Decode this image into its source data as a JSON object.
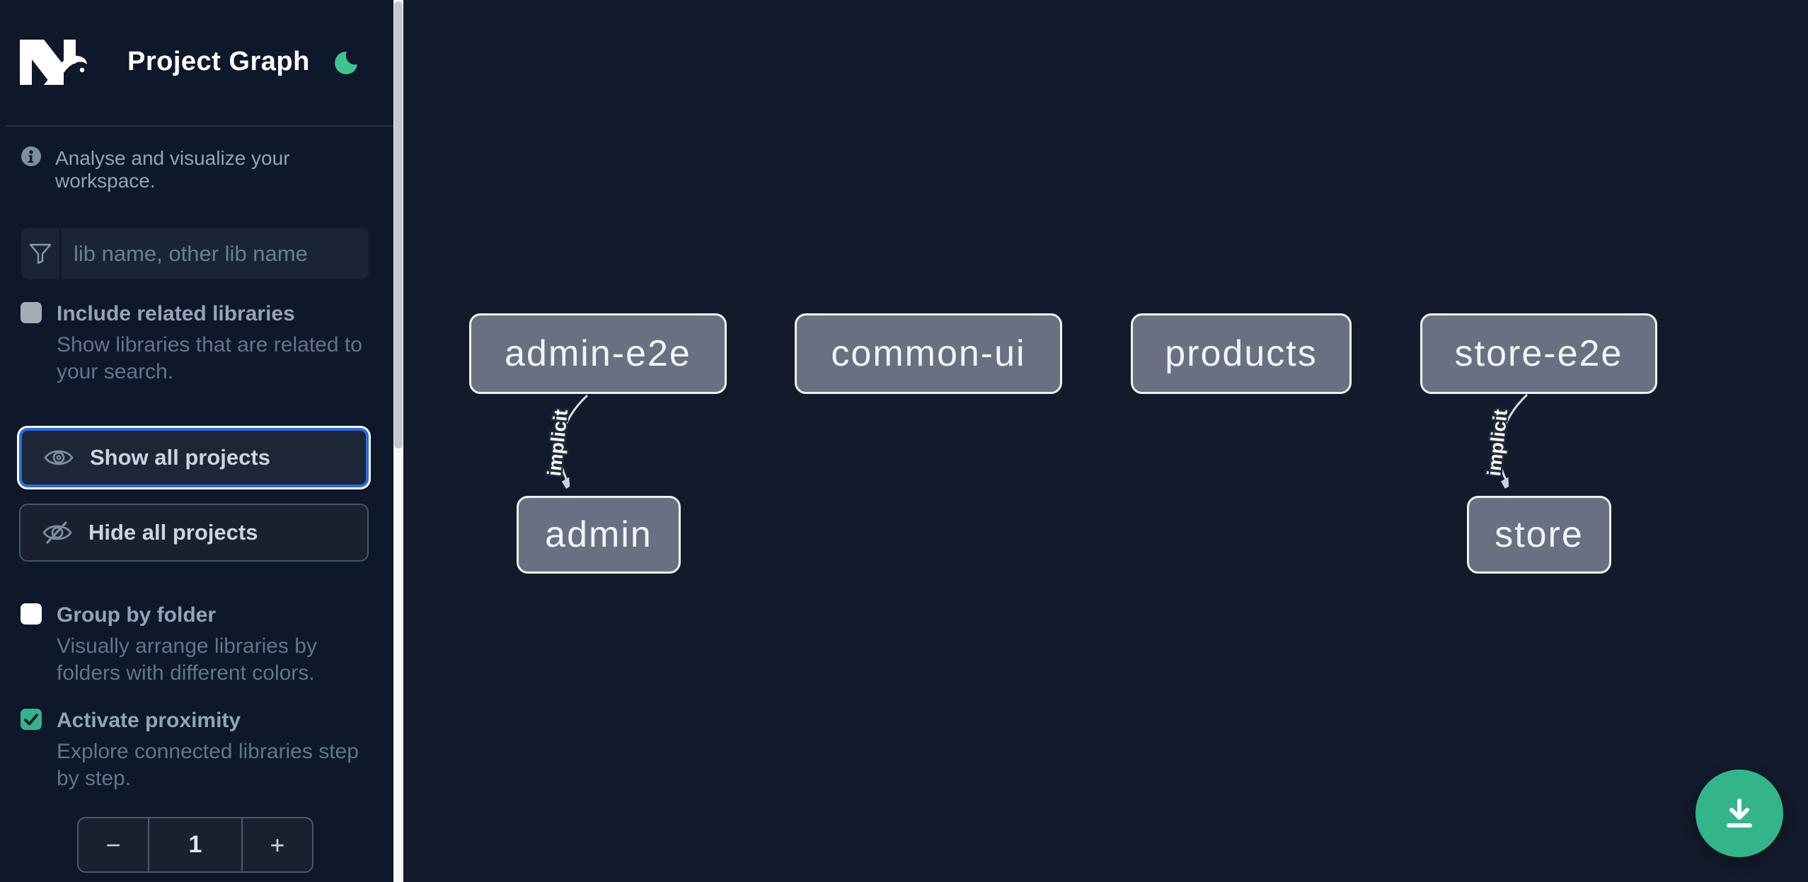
{
  "app": {
    "title": "Project Graph",
    "logo": "Nx"
  },
  "colors": {
    "sidebar_bg": "#0f172a",
    "canvas_bg": "#121a2b",
    "accent_green": "#34b489",
    "moon_green": "#3ec492",
    "focus_blue": "#2b6be3",
    "node_fill": "#687082",
    "node_border": "#eef1f5",
    "label_slate": "#94a3b8",
    "desc_slate": "#64748b"
  },
  "sidebar": {
    "tagline": "Analyse and visualize your workspace.",
    "search": {
      "placeholder": "lib name, other lib name",
      "value": ""
    },
    "options": [
      {
        "label": "Include related libraries",
        "description": "Show libraries that are related to\nyour search.",
        "checked": false,
        "state": "disabled"
      },
      {
        "label": "Group by folder",
        "description": "Visually arrange libraries by\nfolders with different colors.",
        "checked": false,
        "state": "enabled"
      },
      {
        "label": "Activate proximity",
        "description": "Explore connected libraries step\nby step.",
        "checked": true,
        "state": "enabled"
      }
    ],
    "actions": [
      {
        "label": "Show all projects",
        "focused": true
      },
      {
        "label": "Hide all projects",
        "focused": false
      }
    ],
    "stepper": {
      "decrement": "−",
      "value": "1",
      "increment": "+"
    }
  },
  "graph": {
    "nodes": [
      {
        "label": "admin-e2e"
      },
      {
        "label": "common-ui"
      },
      {
        "label": "products"
      },
      {
        "label": "store-e2e"
      },
      {
        "label": "admin"
      },
      {
        "label": "store"
      }
    ],
    "edges": [
      {
        "source": "admin-e2e",
        "target": "admin",
        "label": "implicit",
        "type": "implicit"
      },
      {
        "source": "store-e2e",
        "target": "store",
        "label": "implicit",
        "type": "implicit"
      }
    ]
  },
  "fab": {
    "action": "download-graph-image"
  }
}
